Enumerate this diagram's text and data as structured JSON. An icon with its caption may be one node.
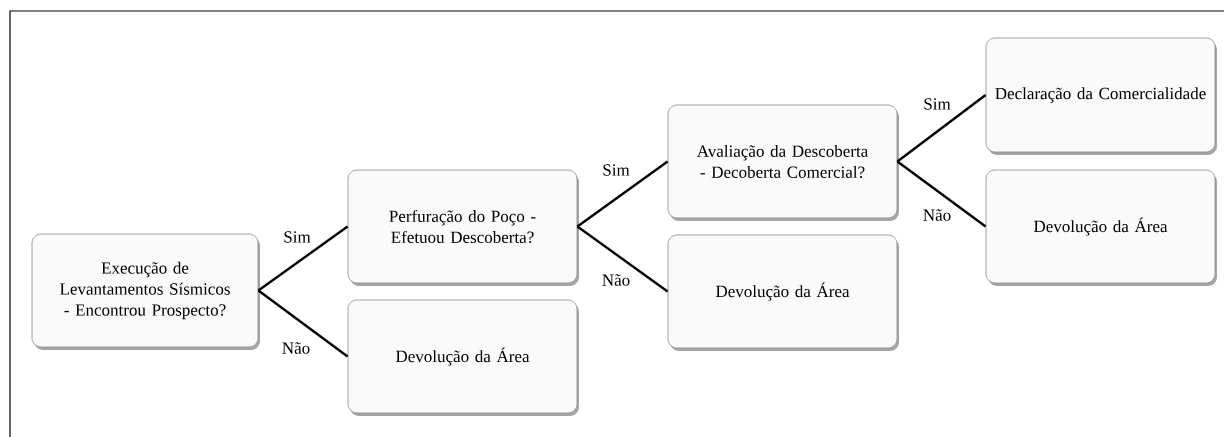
{
  "diagram": {
    "nodes": [
      {
        "text": [
          "Execução de Levantamentos Sísmicos - Encontrou Prospecto?"
        ]
      },
      {
        "text": [
          "Perfuração do Poço - Efetuou Descoberta?"
        ]
      },
      {
        "text": [
          "Devolução da Área"
        ]
      },
      {
        "text": [
          "Avaliação da Descoberta - Decoberta Comercial?"
        ]
      },
      {
        "text": [
          "Devolução da Área"
        ]
      },
      {
        "text": [
          "Declaração da Comercialidade"
        ]
      },
      {
        "text": [
          "Devolução da Área"
        ]
      }
    ],
    "edges": [
      {
        "from": 0,
        "to": 1,
        "arrow": "none",
        "label": "Sim"
      },
      {
        "from": 0,
        "to": 2,
        "arrow": "none",
        "label": "Não"
      },
      {
        "from": 1,
        "to": 3,
        "arrow": "none",
        "label": "Sim"
      },
      {
        "from": 1,
        "to": 4,
        "arrow": "none",
        "label": "Não"
      },
      {
        "from": 3,
        "to": 5,
        "arrow": "none",
        "label": "Sim"
      },
      {
        "from": 3,
        "to": 6,
        "arrow": "none",
        "label": "Não"
      }
    ]
  }
}
